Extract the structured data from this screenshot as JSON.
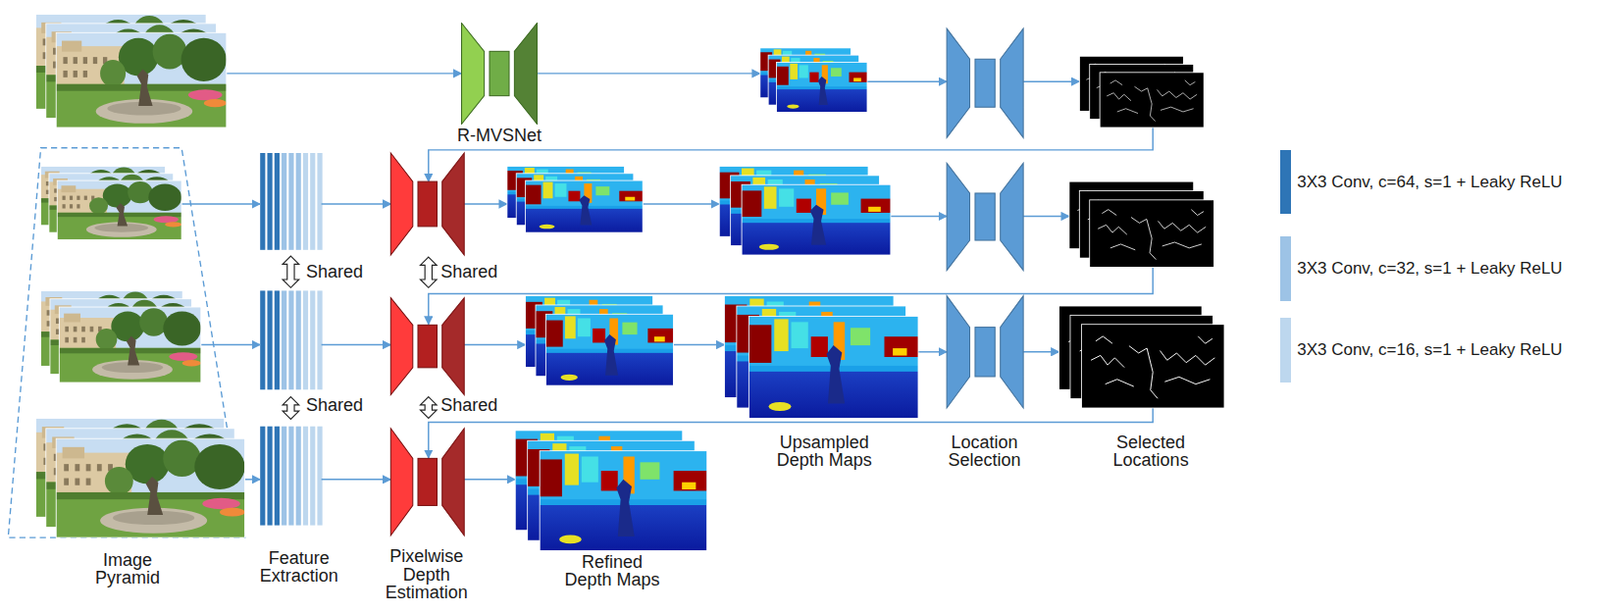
{
  "diagram": {
    "nodes": [
      {
        "text": [
          "R-MVSNet"
        ]
      }
    ],
    "labels": [
      "Shared",
      "Shared",
      "Shared",
      "Shared",
      "Image Pyramid",
      "Feature Extraction",
      "Pixelwise Depth Estimation",
      "Refined Depth Maps",
      "Upsampled Depth Maps",
      "Location Selection",
      "Selected Locations"
    ],
    "legend": [
      {
        "text": "3X3 Conv, c=64, s=1 + Leaky ReLU",
        "color": "#2e75b6"
      },
      {
        "text": "3X3 Conv, c=32, s=1 + Leaky ReLU",
        "color": "#9dc3e6"
      },
      {
        "text": "3X3 Conv, c=16, s=1 + Leaky ReLU",
        "color": "#bdd7ee"
      }
    ]
  }
}
